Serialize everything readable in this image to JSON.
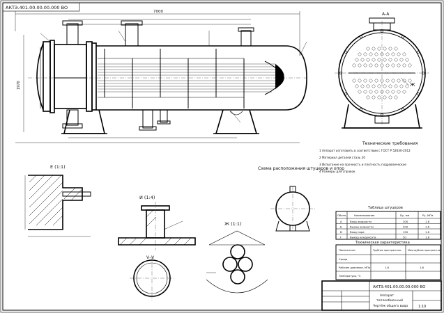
{
  "colors": {
    "ink": "#000000",
    "paper": "#ffffff",
    "cross_hatch": "#333333"
  },
  "views": {
    "side_view_title": "А-А",
    "detail_e_title": "Е (1:1)",
    "detail_i_title": "И (1:4)",
    "detail_zh_title": "Ж (1:1)",
    "section_v_title": "V–V",
    "nozzle_scheme_title": "Схема расположения штуцеров и опор",
    "callout_zh": "Ж"
  },
  "tech_requirements": {
    "title": "Технические требования",
    "lines": [
      "1 Аппарат изготовить в соответствии с ГОСТ Р 52630-2012",
      "2 Материал деталей сталь 20",
      "3 Испытание на прочность и плотность гидравлическое",
      "4 Размеры для справок"
    ]
  },
  "nozzle_table": {
    "title": "Таблица штуцеров",
    "headers": [
      "Обозн.",
      "Наименование",
      "Dy, мм",
      "Py, МПа"
    ],
    "rows": [
      [
        "А",
        "Вход жидкости",
        "200",
        "1,6"
      ],
      [
        "Б",
        "Выход жидкости",
        "200",
        "1,6"
      ],
      [
        "В",
        "Вход пара",
        "150",
        "1,6"
      ],
      [
        "Г",
        "Выход конденсата",
        "50",
        "1,6"
      ]
    ]
  },
  "tech_char_table": {
    "title": "Техническая характеристика",
    "headers": [
      "Показатели",
      "Трубное пространство",
      "Межтрубное пространство"
    ],
    "rows": [
      [
        "Среда",
        "",
        ""
      ],
      [
        "Рабочее давление, МПа",
        "1,6",
        "1,6"
      ],
      [
        "Температура, °С",
        "",
        ""
      ]
    ]
  },
  "title_block": {
    "designation": "АКТЭ.401.00.00.00.000 ВО",
    "name_line1": "Аппарат",
    "name_line2": "теплообменный",
    "name_line3": "Чертёж общего вида",
    "mass_scale": "1:10"
  },
  "dimensions": {
    "overall_length": "7000",
    "left_height": "1970"
  },
  "stamp_top_left": "АКТЭ.401.00.00.00.000 ВО"
}
